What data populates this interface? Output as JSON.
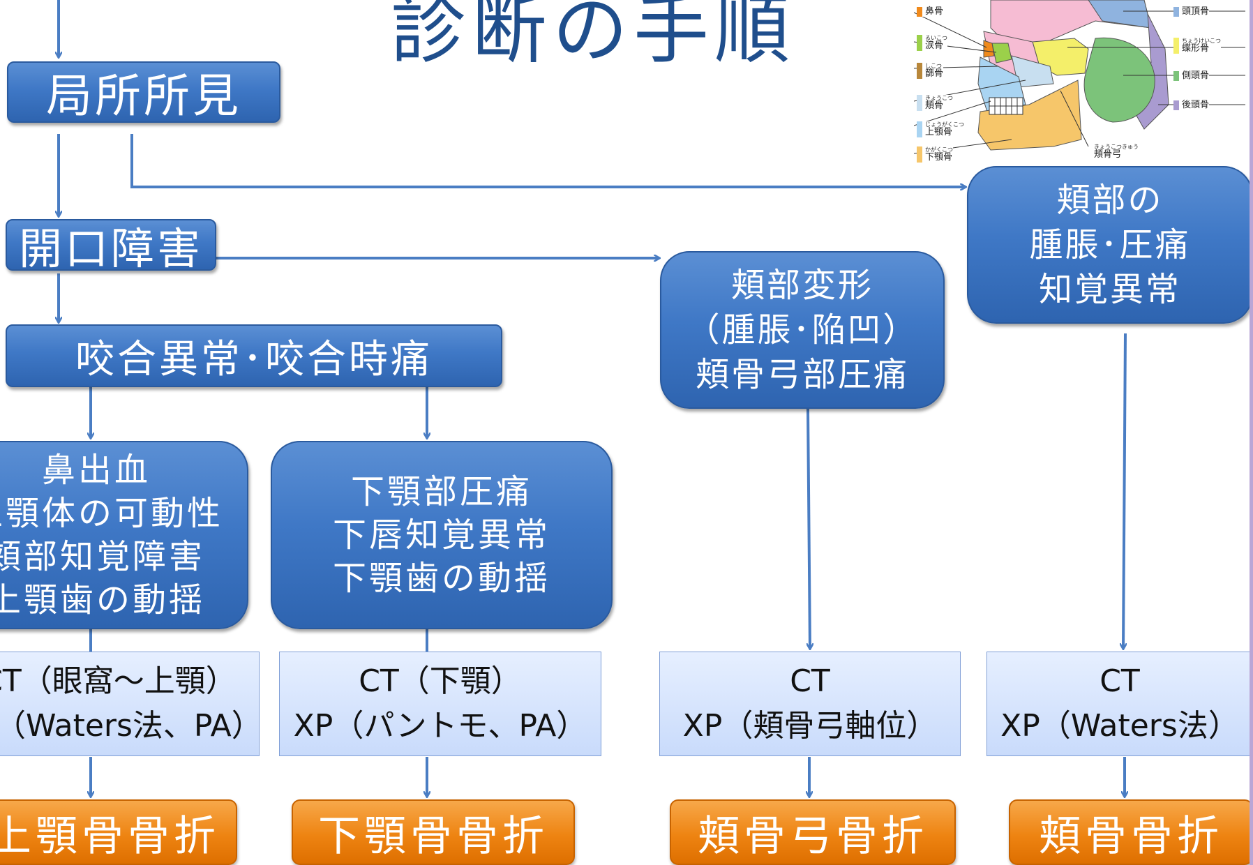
{
  "title": "診断の手順",
  "steps": {
    "local_findings": "局所所見",
    "trismus": "開口障害",
    "occlusion": "咬合異常･咬合時痛"
  },
  "findings": {
    "maxilla": [
      "鼻出血",
      "上顎体の可動性",
      "頬部知覚障害",
      "上顎歯の動揺"
    ],
    "mandible": [
      "下顎部圧痛",
      "下唇知覚異常",
      "下顎歯の動揺"
    ],
    "zygomatic_arch": [
      "頬部変形",
      "（腫脹･陥凹）",
      "頬骨弓部圧痛"
    ],
    "zygoma": [
      "頬部の",
      "腫脹･圧痛",
      "知覚異常"
    ]
  },
  "imaging": {
    "maxilla": [
      "CT（眼窩～上顎）",
      "XP（Waters法、PA）"
    ],
    "mandible": [
      "CT（下顎）",
      "XP（パントモ、PA）"
    ],
    "zygomatic_arch": [
      "CT",
      "XP（頬骨弓軸位）"
    ],
    "zygoma": [
      "CT",
      "XP（Waters法）"
    ]
  },
  "diagnoses": {
    "maxilla": "上顎骨骨折",
    "mandible": "下顎骨骨折",
    "zygomatic_arch": "頬骨弓骨折",
    "zygoma": "頬骨骨折"
  },
  "skull": {
    "left_labels": [
      {
        "ruby": "",
        "name": "鼻骨",
        "color": "#f08a1c"
      },
      {
        "ruby": "るいこつ",
        "name": "涙骨",
        "color": "#9bd04a"
      },
      {
        "ruby": "しこつ",
        "name": "篩骨",
        "color": "#b8873a"
      },
      {
        "ruby": "きょうこつ",
        "name": "頬骨",
        "color": "#c8dff0"
      },
      {
        "ruby": "じょうがくこつ",
        "name": "上顎骨",
        "color": "#a9d4f2"
      },
      {
        "ruby": "かがくこつ",
        "name": "下顎骨",
        "color": "#f6c66a"
      }
    ],
    "right_labels": [
      {
        "ruby": "",
        "name": "頭頂骨",
        "color": "#8fb3df"
      },
      {
        "ruby": "ちょうけいこつ",
        "name": "蝶形骨",
        "color": "#f4ef6a"
      },
      {
        "ruby": "",
        "name": "側頭骨",
        "color": "#7cc37a"
      },
      {
        "ruby": "",
        "name": "後頭骨",
        "color": "#a99bd0"
      }
    ],
    "bottom_ruby": "きょうこつきゅう",
    "bottom_label": "頬骨弓"
  }
}
